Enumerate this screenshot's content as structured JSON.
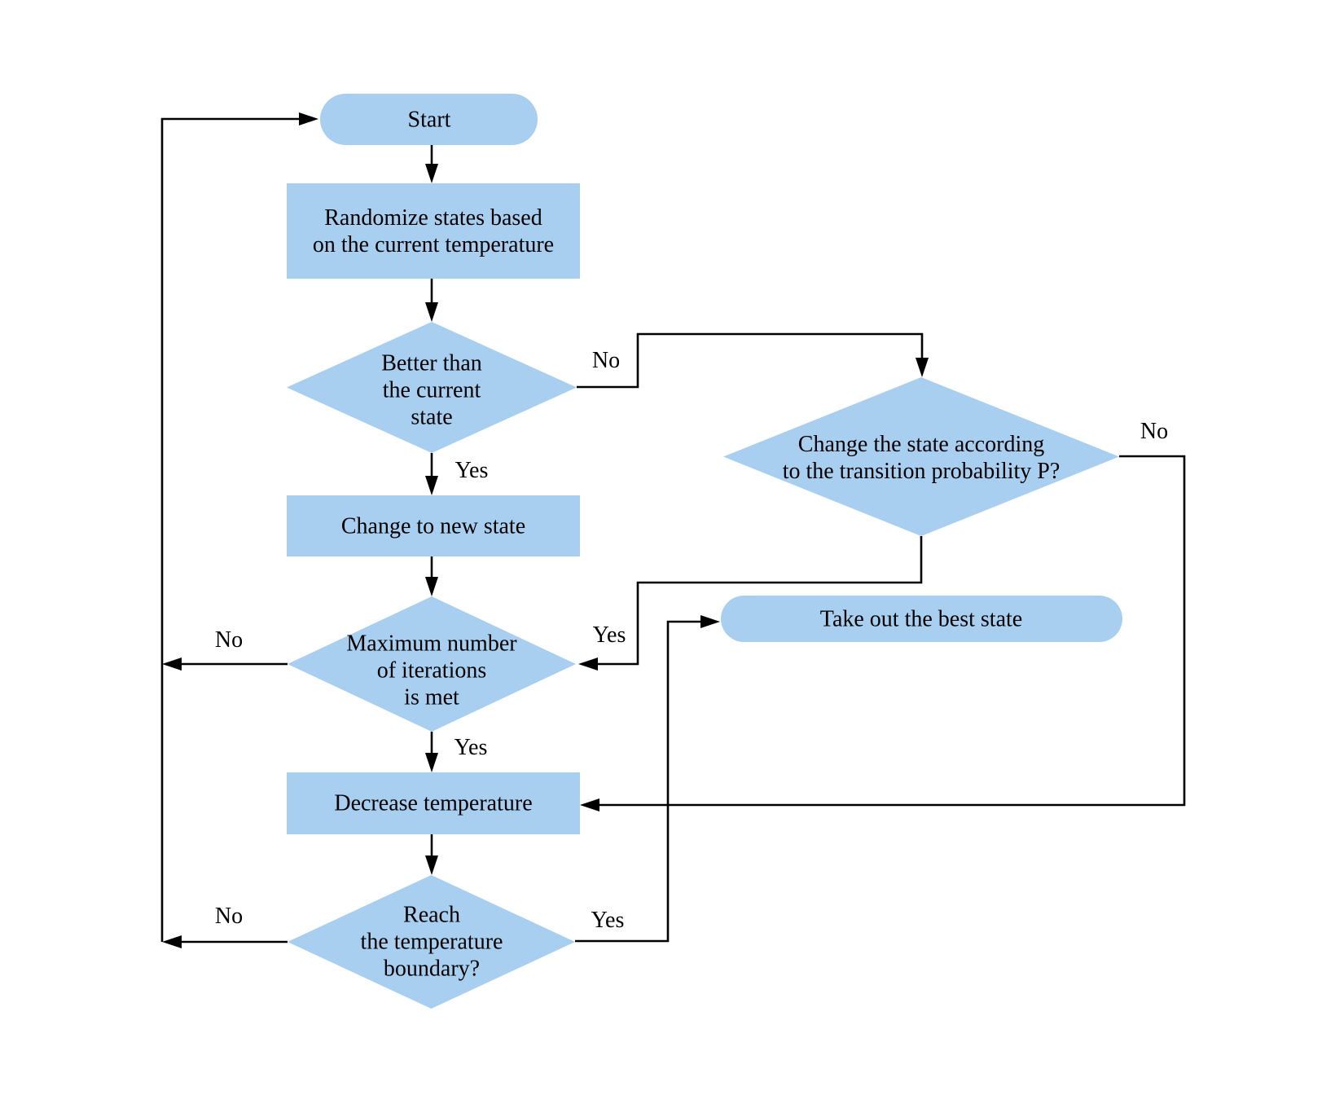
{
  "colors": {
    "node_fill": "#a8cef0",
    "line": "#000000",
    "text": "#000000",
    "background": "#ffffff"
  },
  "nodes": {
    "start": {
      "type": "terminator",
      "label": "Start"
    },
    "randomize": {
      "type": "process",
      "label": "Randomize states based\non the current temperature"
    },
    "better": {
      "type": "decision",
      "label": "Better than\nthe current\nstate"
    },
    "change": {
      "type": "process",
      "label": "Change to new state"
    },
    "prob": {
      "type": "decision",
      "label": "Change the state according\nto the transition probability P?"
    },
    "max": {
      "type": "decision",
      "label": "Maximum number\nof iterations\nis met"
    },
    "takeout": {
      "type": "terminator",
      "label": "Take out the best state"
    },
    "decrease": {
      "type": "process",
      "label": "Decrease temperature"
    },
    "reach": {
      "type": "decision",
      "label": "Reach\nthe temperature\nboundary?"
    }
  },
  "edge_labels": {
    "better_no": "No",
    "better_yes": "Yes",
    "prob_no": "No",
    "prob_yes": "Yes",
    "max_no": "No",
    "max_yes": "Yes",
    "reach_no": "No",
    "reach_yes": "Yes"
  }
}
